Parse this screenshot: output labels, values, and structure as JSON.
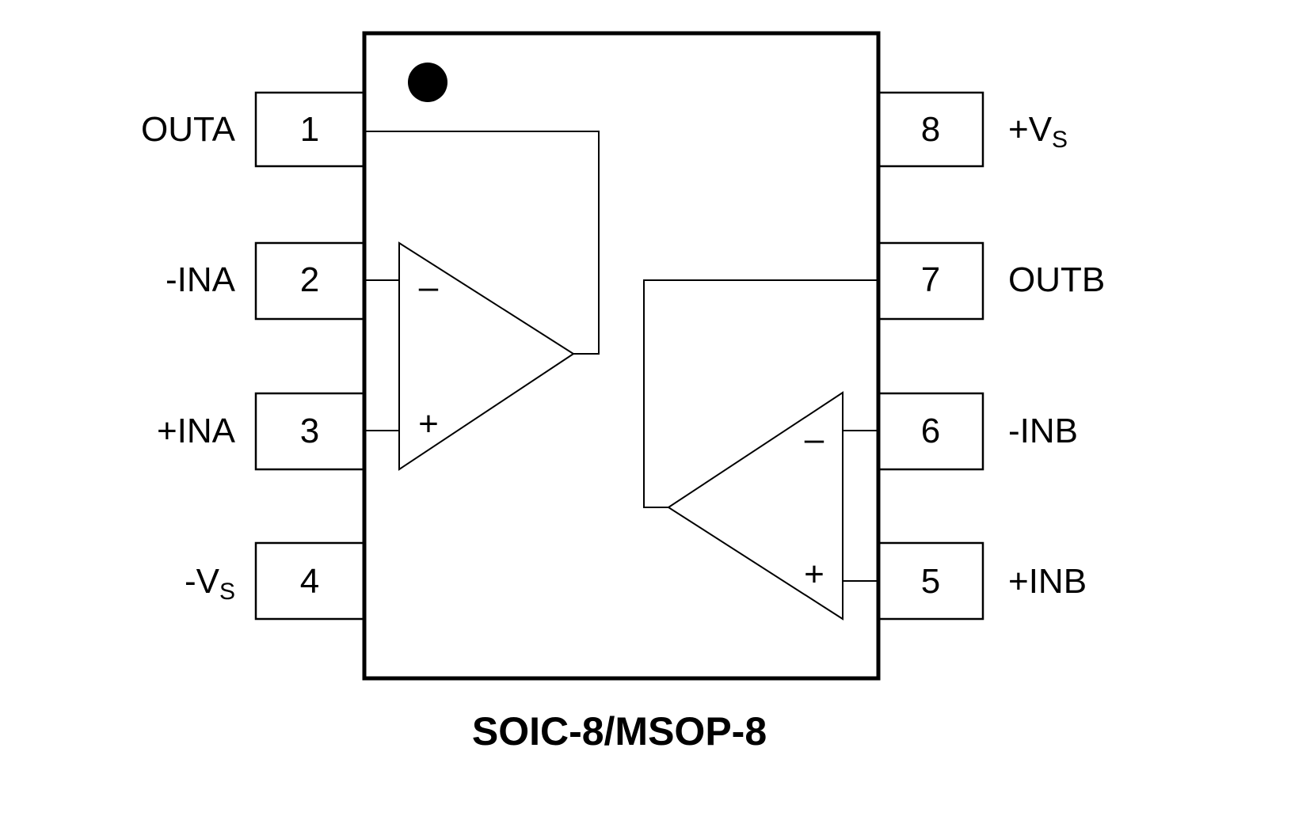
{
  "package_title": "SOIC-8/MSOP-8",
  "pins_left": [
    {
      "num": "1",
      "name": "OUTA",
      "sub": ""
    },
    {
      "num": "2",
      "name": "-INA",
      "sub": ""
    },
    {
      "num": "3",
      "name": "+INA",
      "sub": ""
    },
    {
      "num": "4",
      "name": "-V",
      "sub": "S"
    }
  ],
  "pins_right": [
    {
      "num": "8",
      "name": "+V",
      "sub": "S"
    },
    {
      "num": "7",
      "name": "OUTB",
      "sub": ""
    },
    {
      "num": "6",
      "name": "-INB",
      "sub": ""
    },
    {
      "num": "5",
      "name": "+INB",
      "sub": ""
    }
  ],
  "opamp_symbols": {
    "minus": "–",
    "plus": "+"
  }
}
